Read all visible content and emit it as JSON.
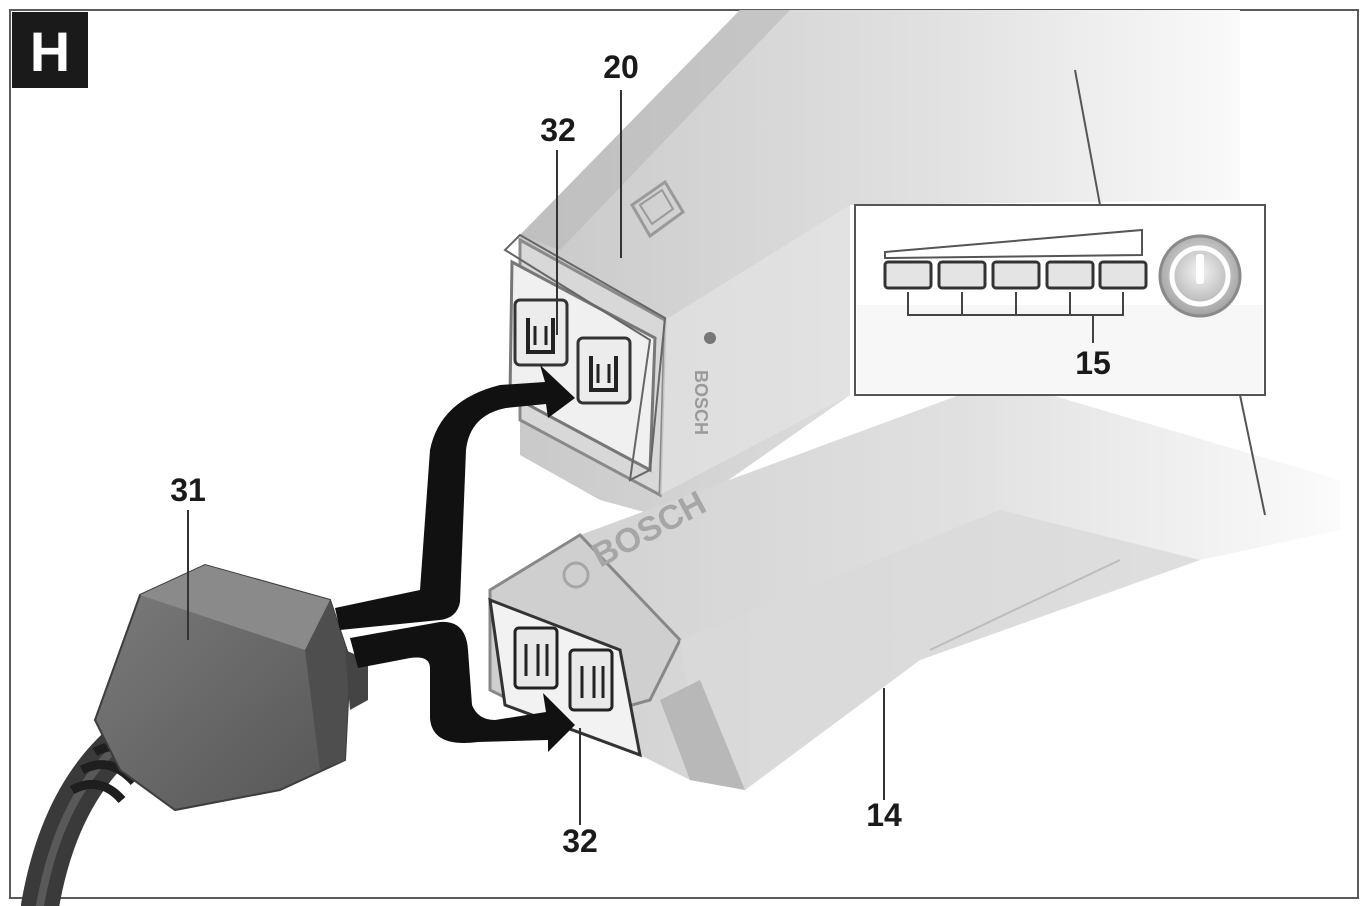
{
  "figure": {
    "panel_letter": "H",
    "callouts": {
      "battery_top": "20",
      "connector_top": "32",
      "indicator": "15",
      "charger_plug": "31",
      "battery_bottom": "14",
      "connector_bottom": "32"
    },
    "brand_marks": {
      "top_pack": "BOSCH",
      "bottom_pack": "BOSCH"
    },
    "icons": [
      "power-button-icon",
      "charge-level-leds-icon",
      "arrow-icon"
    ],
    "colors": {
      "frame": "#5a5a5a",
      "badge": "#1a1a1a",
      "arrow": "#111111",
      "housing": "#d6d6d6",
      "plug": "#6b6b6b"
    }
  }
}
